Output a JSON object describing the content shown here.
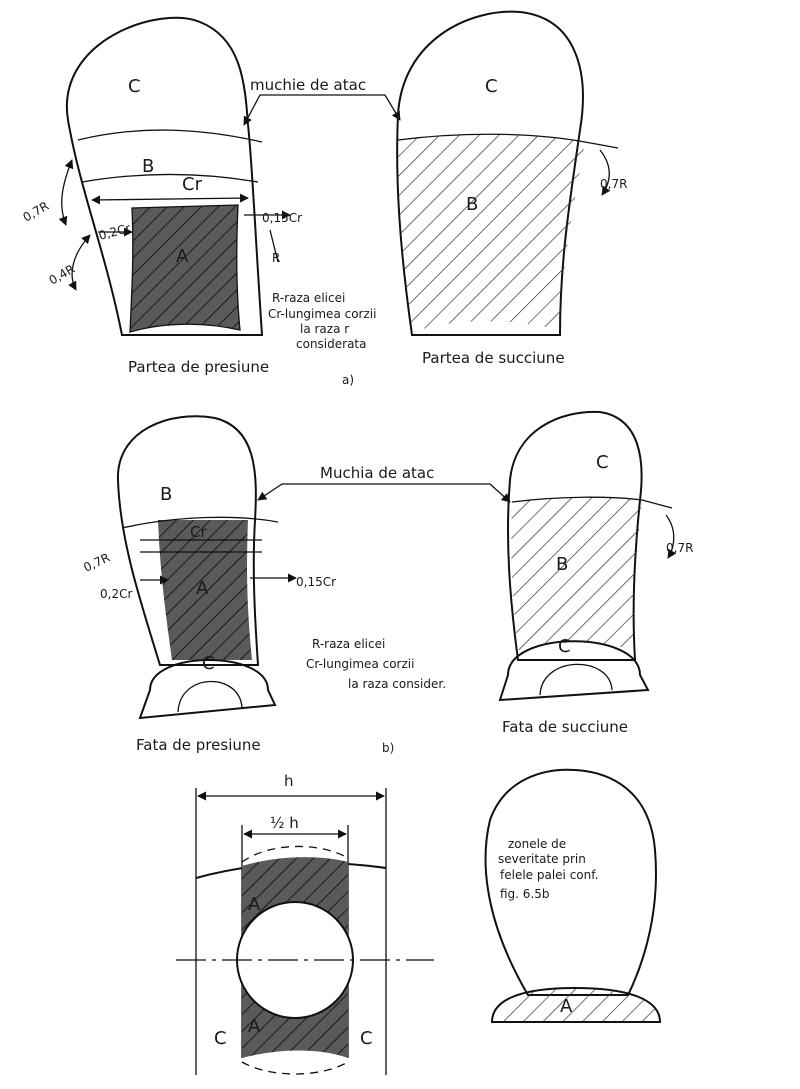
{
  "figure_a": {
    "left_zone_c": "C",
    "left_zone_b": "B",
    "left_zone_a": "A",
    "chord_label": "Cr",
    "dim_07r": "0,7R",
    "dim_02cr": "0,2Cr",
    "dim_04r": "0,4R",
    "dim_015cr": "0,15Cr",
    "dim_r_small": "R",
    "leading_edge": "muchie de atac",
    "right_zone_c": "C",
    "right_zone_b": "B",
    "dim_07r_right": "0,7R",
    "legend_line1": "R-raza elicei",
    "legend_line2": "Cr-lungimea corzii",
    "legend_line3": "la raza r",
    "legend_line4": "considerata",
    "caption_left": "Partea de presiune",
    "caption_right": "Partea de succiune",
    "tag": "a)"
  },
  "figure_b": {
    "left_zone_b": "B",
    "left_zone_a": "A",
    "left_zone_c": "C",
    "chord_label": "Cr",
    "dim_07r": "0,7R",
    "dim_02cr": "0,2Cr",
    "dim_015cr": "0,15Cr",
    "leading_edge": "Muchia de atac",
    "right_zone_c_top": "C",
    "right_zone_b": "B",
    "right_zone_c_bottom": "C",
    "dim_07r_right": "0,7R",
    "legend_line1": "R-raza elicei",
    "legend_line2": "Cr-lungimea corzii",
    "legend_line3": "la raza consider.",
    "caption_left": "Fata de presiune",
    "caption_right": "Fata de succiune",
    "tag": "b)"
  },
  "figure_c": {
    "dim_h": "h",
    "dim_half_h": "½ h",
    "zone_a_top": "A",
    "zone_a_bottom": "A",
    "zone_c_left": "C",
    "zone_c_right": "C",
    "note_line1": "zonele de",
    "note_line2": "severitate prin",
    "note_line3": "felele palei conf.",
    "note_line4": "fig. 6.5b",
    "blade_zone_a": "A"
  }
}
